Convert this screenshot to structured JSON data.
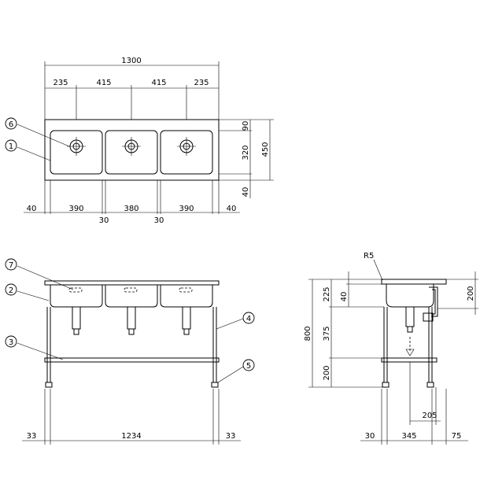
{
  "top_view": {
    "width_total": "1300",
    "top_segments": [
      "235",
      "415",
      "415",
      "235"
    ],
    "bottom_segments": [
      "40",
      "390",
      "380",
      "390",
      "40"
    ],
    "gaps": [
      "30",
      "30"
    ],
    "right_depths": [
      "90",
      "320",
      "40"
    ],
    "depth_total": "450"
  },
  "front_view": {
    "bottom_dims": [
      "33",
      "1234",
      "33"
    ]
  },
  "side_view": {
    "radius_label": "R5",
    "heights": [
      "225",
      "375",
      "200"
    ],
    "height_total": "800",
    "inner_40": "40",
    "right_200": "200",
    "drain_205": "205",
    "bottom_dims": [
      "30",
      "345",
      "75"
    ]
  },
  "callouts": [
    "1",
    "2",
    "3",
    "4",
    "5",
    "6",
    "7"
  ]
}
